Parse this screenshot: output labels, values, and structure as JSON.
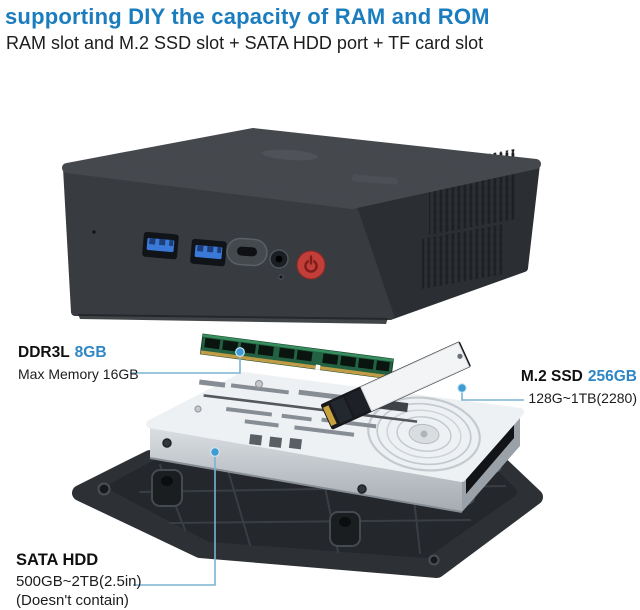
{
  "header": {
    "title": "supporting DIY the capacity of RAM and ROM",
    "subtitle": "RAM slot and M.2 SSD slot + SATA HDD port + TF card slot"
  },
  "labels": {
    "ram": {
      "name": "DDR3L",
      "size": "8GB",
      "detail": "Max Memory 16GB"
    },
    "ssd": {
      "name": "M.2 SSD",
      "size": "256GB",
      "detail": "128G~1TB(2280)"
    },
    "hdd": {
      "name": "SATA HDD",
      "detail": "500GB~2TB(2.5in)",
      "note": "(Doesn't contain)"
    }
  },
  "device": {
    "front_port_icons": [
      "usb-a-port",
      "usb-a-port",
      "usb-c-port",
      "audio-jack",
      "power-button"
    ],
    "side_feature_icons": [
      "vent-grille",
      "vent-grille"
    ]
  },
  "component_icons": [
    "ram-module",
    "m2-ssd-stick",
    "sata-hdd-drive",
    "bottom-cover-tray"
  ],
  "colors": {
    "title_blue": "#1b7dbe",
    "accent_blue": "#2e86c4",
    "leader_blue": "#7ab3d3",
    "dot_blue": "#3f9bd2",
    "power_red": "#c23e39",
    "usb_blue": "#3b79d8",
    "ram_green": "#226242"
  }
}
